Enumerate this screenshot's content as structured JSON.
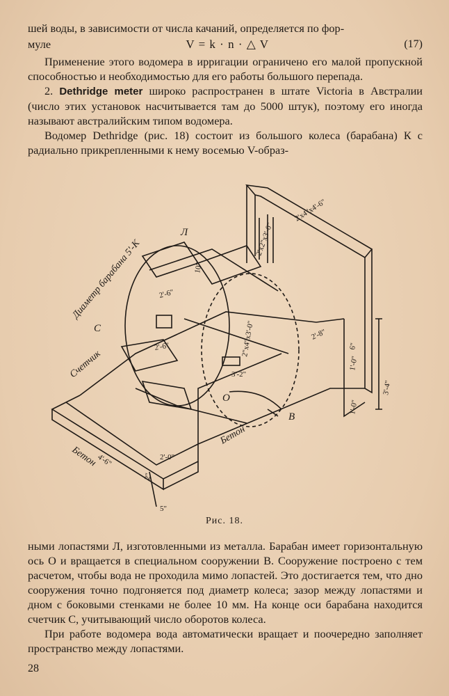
{
  "top_text": {
    "line1": "шей воды, в зависимости от числа качаний, определяется по фор-",
    "line2": "муле",
    "formula": "V = k · n · △ V",
    "formula_number": "(17)",
    "p1": "Применение этого водомера в ирригации ограничено его малой пропускной способностью и необходимостью для его работы большого перепада.",
    "p2_prefix": "2. ",
    "p2_bold": "Dethridge meter",
    "p2_rest": " широко распространен в штате Victoria в Австралии (число этих установок насчитывается там до 5000 штук), поэтому его иногда называют австралийским типом водомера.",
    "p3": "Водомер Dethridge (рис. 18) состоит из большого колеса (барабана) К с радиально прикрепленными к нему восемью V-образ-"
  },
  "figure": {
    "labels": {
      "L": "Л",
      "diameter": "Диаметр барабана 5'-К",
      "C": "С",
      "counter": "Счетчик",
      "O": "О",
      "B": "В",
      "beton1": "Бетон",
      "beton2": "Бетон",
      "dim_2x4": "2'x4\"x4'-6\"",
      "dim_2x2": "2'x2\"x3'-0\"",
      "dim_10in": "10\"",
      "dim_2_6": "2'-6\"",
      "dim_2_6b": "2'-6\"",
      "dim_2_8": "2'-8\"",
      "dim_4_6": "4'-6\"",
      "dim_2_0": "2'-0\"",
      "dim_2in": "2\"",
      "dim_3_2": "3'-2\"",
      "dim_6in": "6\"",
      "dim_1_0": "1'-0\"",
      "dim_1_0b": "1'-0\"",
      "dim_3_4": "3'-4\"",
      "dim_5in": "5\"",
      "dim_2x3": "2\"x4\"x3'-0\""
    }
  },
  "caption": "Рис. 18.",
  "bottom_text": {
    "p1": "ными лопастями Л, изготовленными из металла. Барабан имеет горизонтальную ось О и вращается в специальном сооружении В. Сооружение построено с тем расчетом, чтобы вода не проходила мимо лопастей. Это достигается тем, что дно сооружения точно подгоняется под диаметр колеса; зазор между лопастями и дном с боковыми стенками не более 10 мм. На конце оси барабана находится счетчик С, учитывающий число оборотов колеса.",
    "p2": "При работе водомера вода автоматически вращает и поочередно заполняет пространство между лопастями."
  },
  "page_number": "28"
}
